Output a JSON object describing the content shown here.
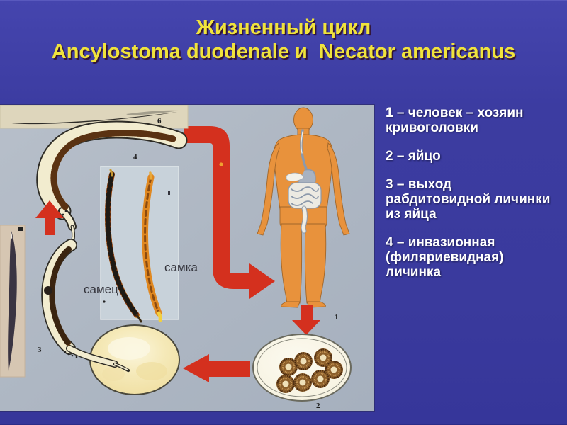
{
  "title": {
    "line1": "Жизненный цикл",
    "line2": "Ancylostoma duodenale и  Necator americanus"
  },
  "legend": {
    "items": [
      {
        "text": "1 – человек – хозяин\nкривоголовки"
      },
      {
        "text": "2 – яйцо"
      },
      {
        "text": "3 – выход\nрабдитовидной личинки\nиз яйца"
      },
      {
        "text": "4 – инвазионная\n(филяриевидная)\nличинка"
      }
    ]
  },
  "diagram": {
    "labels": {
      "male": "самец",
      "female": "самка",
      "n1": "1",
      "n2": "2",
      "n3": "3",
      "n4": "4",
      "n6": "6"
    },
    "colors": {
      "background": "#3B3B9E",
      "panel": "#AEB7C3",
      "accent_red": "#D4301E",
      "title_yellow": "#F0E33C",
      "legend_text": "#FFFFFF",
      "human_orange": "#E8923C"
    }
  }
}
